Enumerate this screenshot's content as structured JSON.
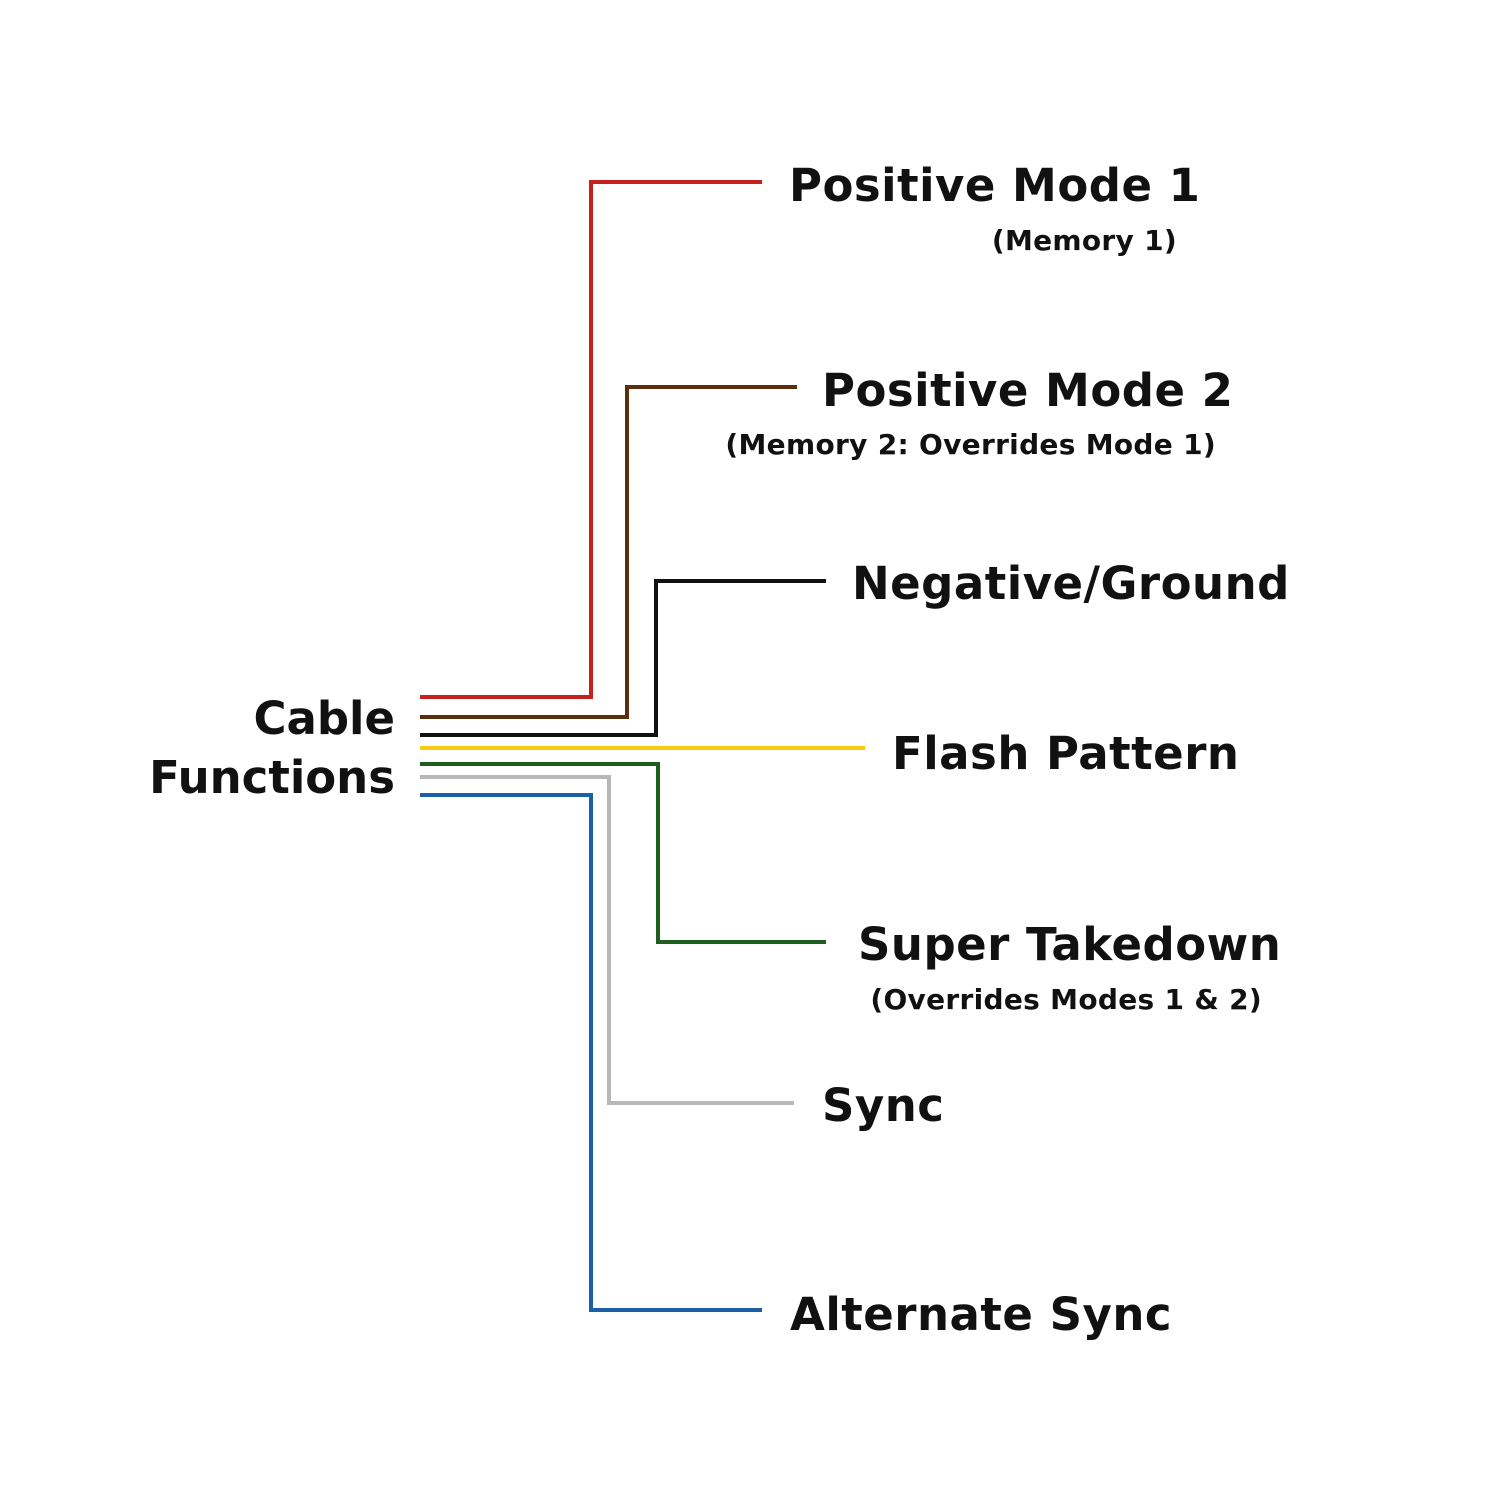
{
  "source_label": {
    "line1": "Cable",
    "line2": "Functions"
  },
  "wires": [
    {
      "color_name": "red",
      "color": "#c8201e",
      "label": "Positive Mode 1",
      "note": "(Memory 1)"
    },
    {
      "color_name": "brown",
      "color": "#5a2d0c",
      "label": "Positive Mode 2",
      "note": "(Memory 2: Overrides Mode 1)"
    },
    {
      "color_name": "black",
      "color": "#111111",
      "label": "Negative/Ground",
      "note": ""
    },
    {
      "color_name": "yellow",
      "color": "#f7cc10",
      "label": "Flash Pattern",
      "note": ""
    },
    {
      "color_name": "green",
      "color": "#1e5e1c",
      "label": "Super Takedown",
      "note": "(Overrides Modes 1 & 2)"
    },
    {
      "color_name": "gray",
      "color": "#b7b7b7",
      "label": "Sync",
      "note": ""
    },
    {
      "color_name": "blue",
      "color": "#1b5fa6",
      "label": "Alternate Sync",
      "note": ""
    }
  ]
}
